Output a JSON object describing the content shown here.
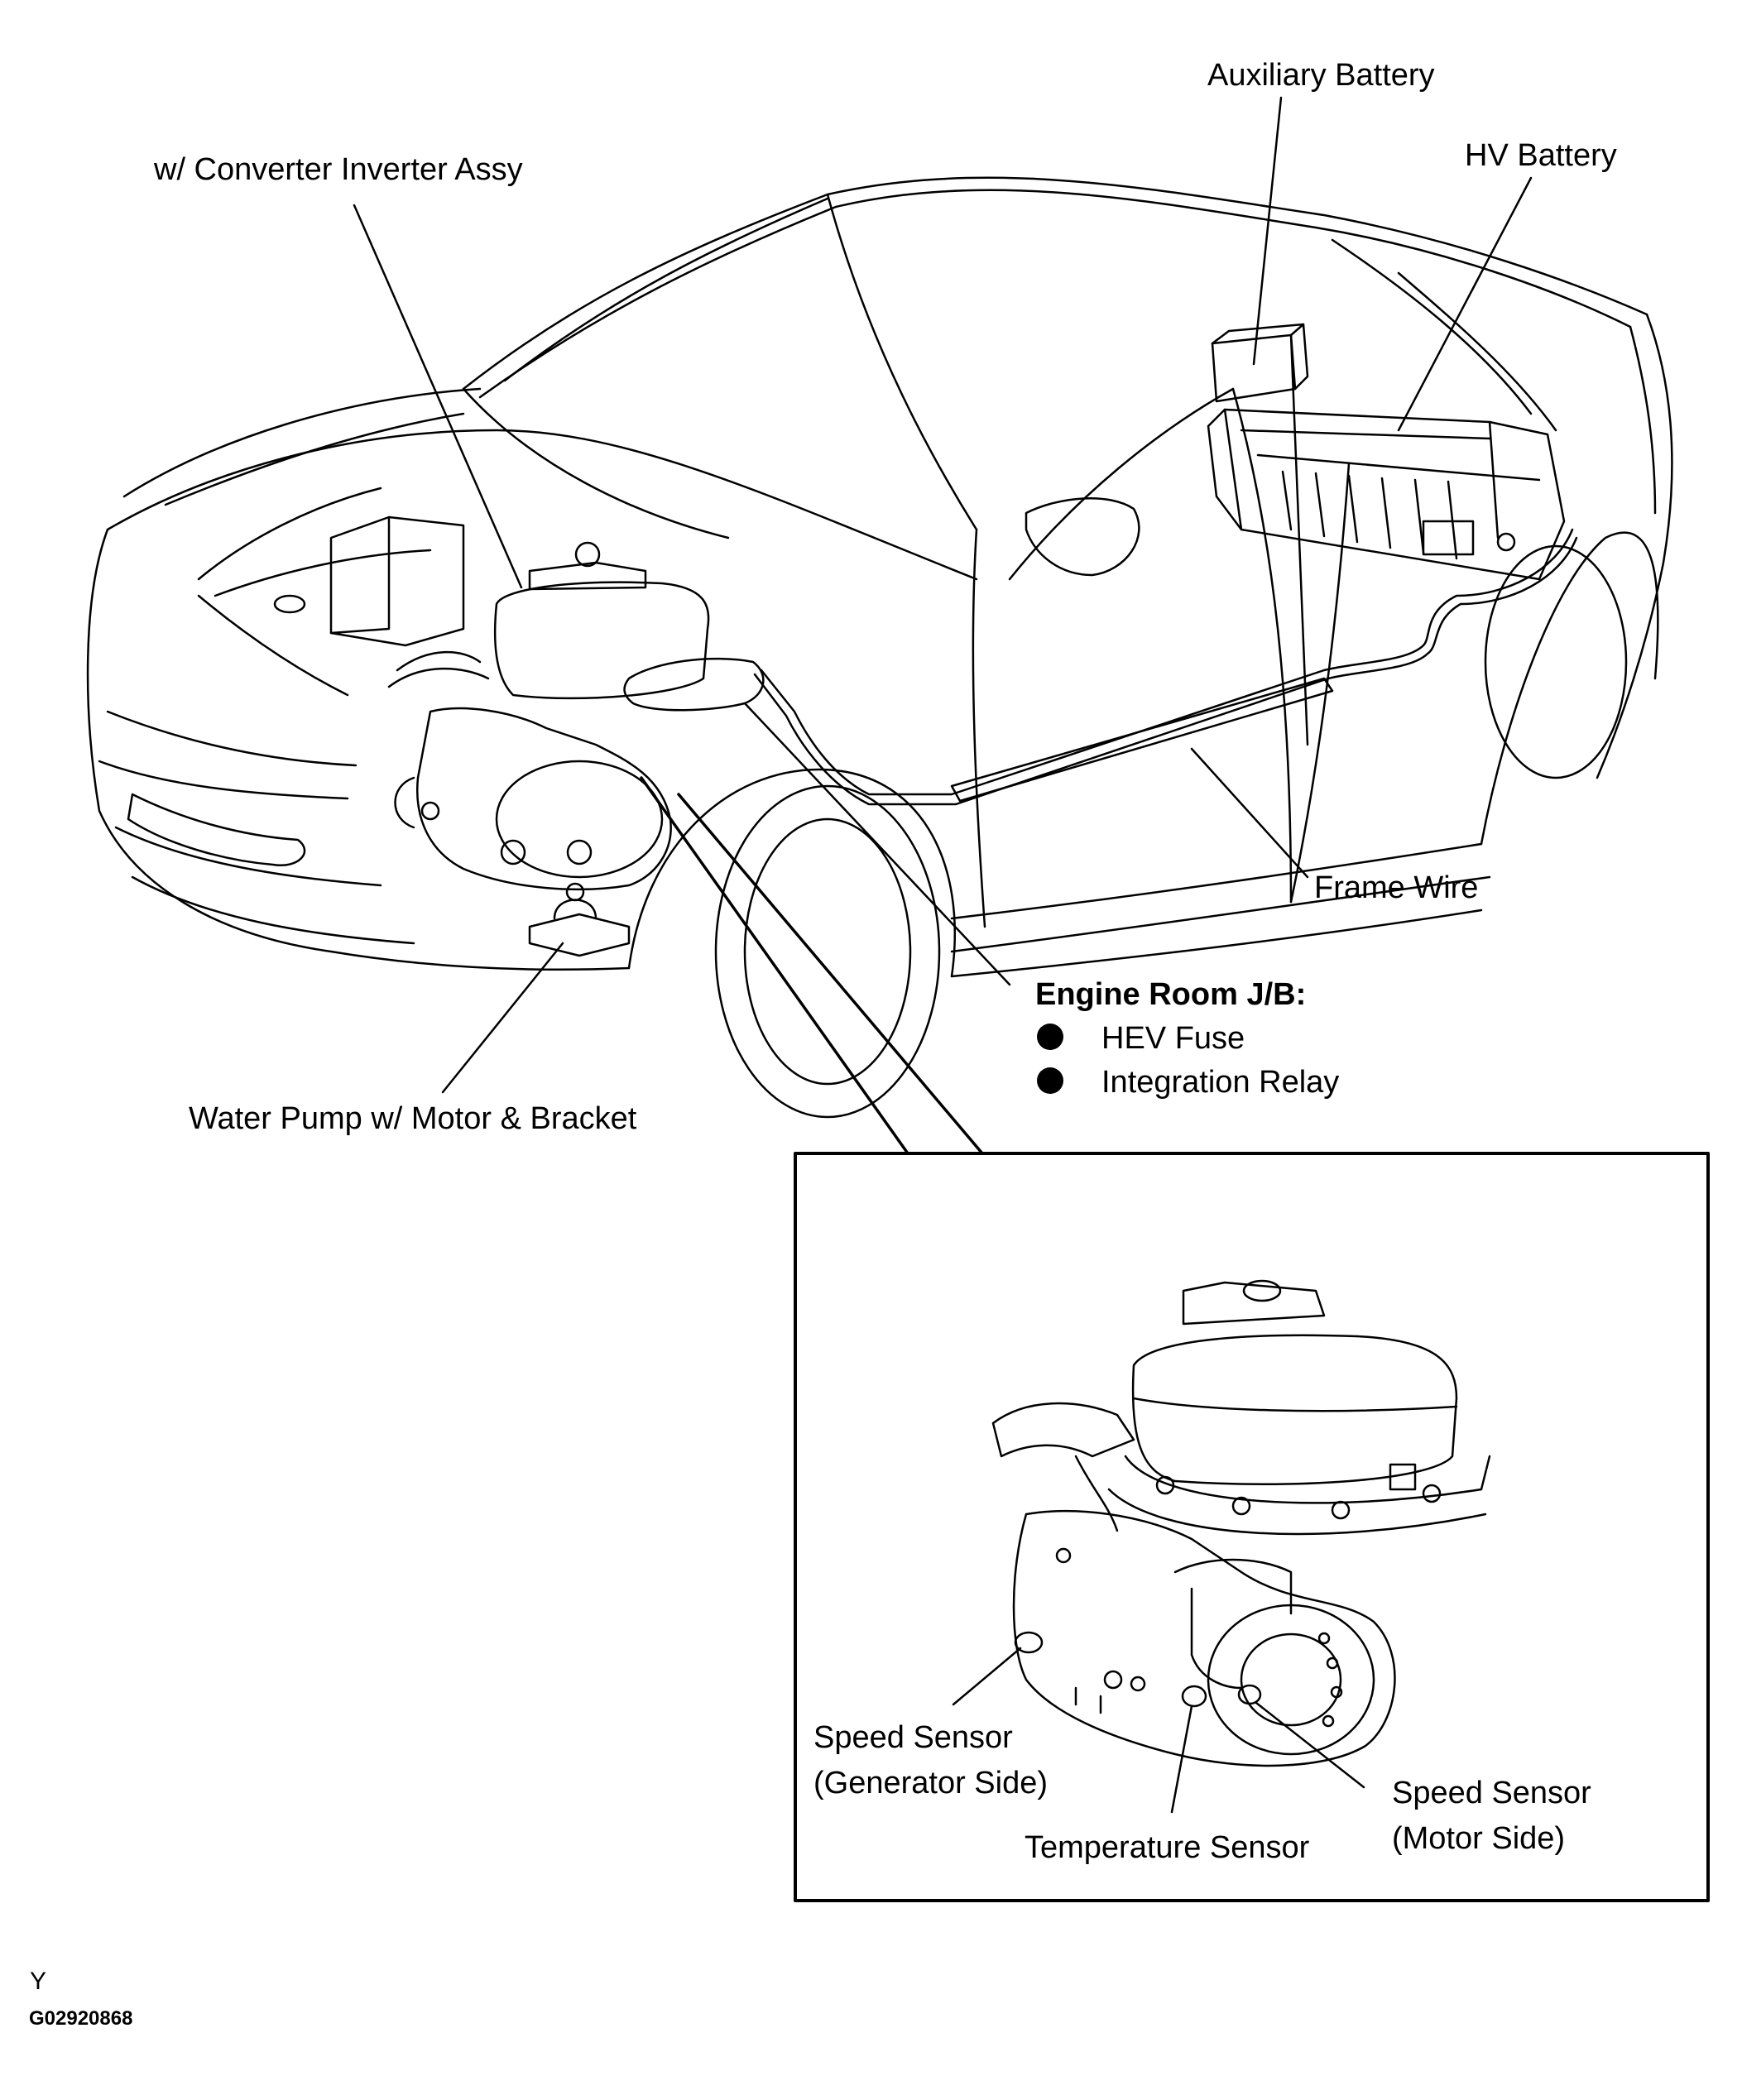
{
  "labels": {
    "converter_inverter": "w/ Converter Inverter Assy",
    "auxiliary_battery": "Auxiliary Battery",
    "hv_battery": "HV Battery",
    "frame_wire": "Frame Wire",
    "engine_room_jb_title": "Engine Room J/B:",
    "engine_room_jb_items": [
      "HEV Fuse",
      "Integration Relay"
    ],
    "water_pump": "Water Pump w/ Motor & Bracket",
    "speed_sensor_generator_line1": "Speed Sensor",
    "speed_sensor_generator_line2": "(Generator Side)",
    "temperature_sensor": "Temperature Sensor",
    "speed_sensor_motor_line1": "Speed Sensor",
    "speed_sensor_motor_line2": "(Motor Side)"
  },
  "footer": {
    "letter": "Y",
    "figure_code": "G02920868"
  }
}
